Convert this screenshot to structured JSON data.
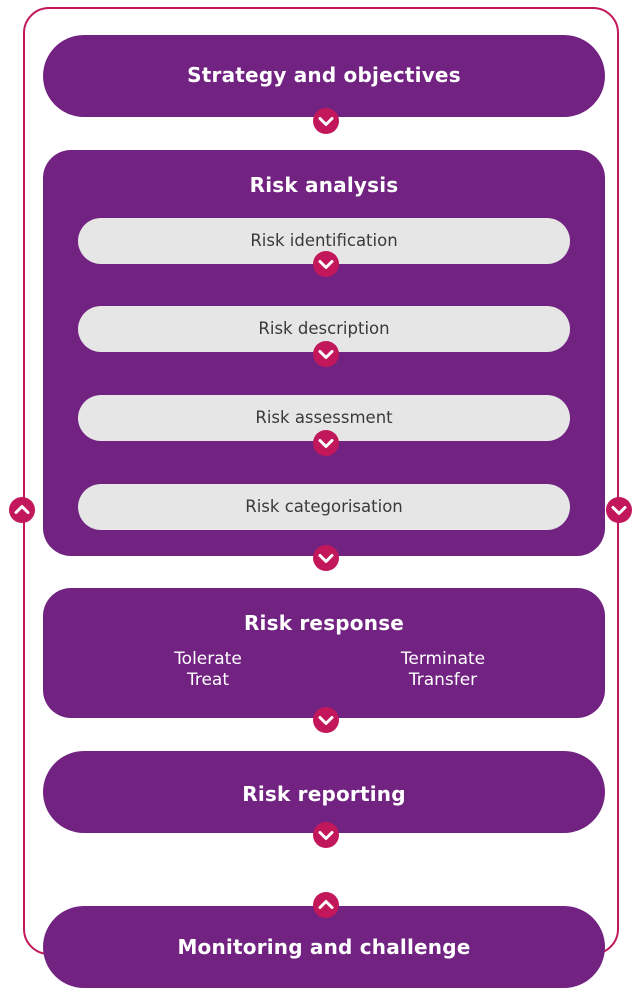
{
  "stages": {
    "strategy": "Strategy and objectives",
    "analysis": {
      "title": "Risk analysis",
      "steps": [
        "Risk identification",
        "Risk description",
        "Risk assessment",
        "Risk categorisation"
      ]
    },
    "response": {
      "title": "Risk response",
      "options_left": [
        "Tolerate",
        "Treat"
      ],
      "options_right": [
        "Terminate",
        "Transfer"
      ]
    },
    "reporting": "Risk reporting",
    "monitoring": "Monitoring and challenge"
  },
  "icons": {
    "forward": "chevron-down-icon",
    "back": "chevron-up-icon"
  },
  "colors": {
    "block": "#722382",
    "step": "#e6e6e6",
    "accent": "#c2185b",
    "step_text": "#3a3a3a"
  }
}
